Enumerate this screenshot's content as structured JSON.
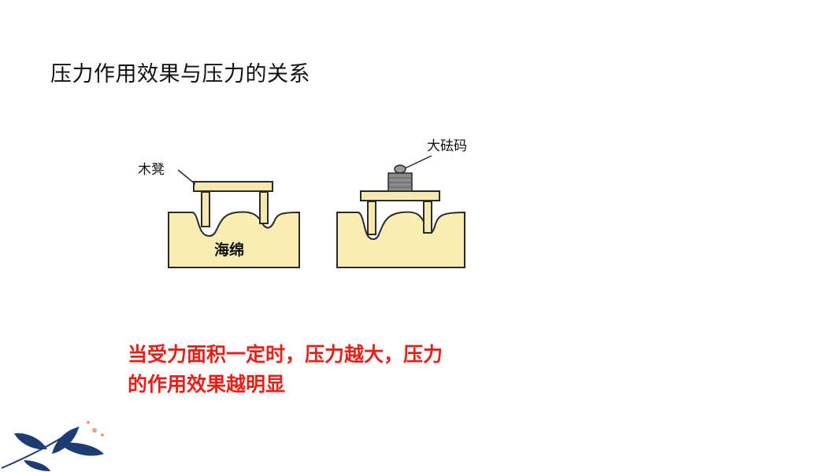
{
  "slide": {
    "title": "压力作用效果与压力的关系",
    "conclusion_line1": "当受力面积一定时，压力越大，压力",
    "conclusion_line2": "的作用效果越明显"
  },
  "figure": {
    "label_stool": "木凳",
    "label_weight": "大砝码",
    "label_sponge": "海绵"
  },
  "colors": {
    "sponge_fill": "#F8EEB4",
    "stool_fill": "#F5E9AE",
    "outline": "#2A2A2A",
    "conclusion_text": "#E8201A",
    "decor_leaf": "#1F3B73",
    "decor_dot": "#E9A27A"
  }
}
